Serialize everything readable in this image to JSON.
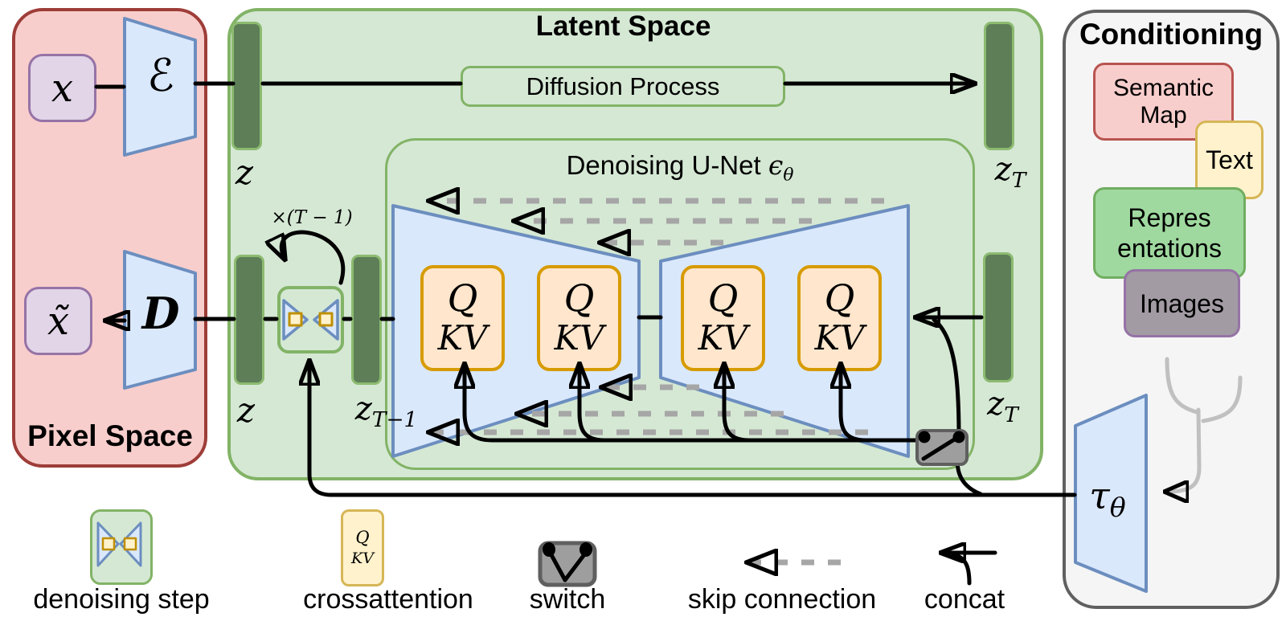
{
  "pixel_space": {
    "title": "Pixel Space",
    "input_label": "x",
    "output_label": "x̃",
    "encoder_label": "ℰ",
    "decoder_label": "D"
  },
  "latent_space": {
    "title": "Latent Space",
    "diffusion_process_label": "Diffusion Process",
    "z_top": "z",
    "z_mid": "z",
    "z_T_top": {
      "base": "z",
      "sub": "T"
    },
    "z_T_mid": {
      "base": "z",
      "sub": "T"
    },
    "z_T_minus_1": {
      "base": "z",
      "sub": "T−1"
    },
    "loop_label": "×(T − 1)",
    "unet": {
      "title_text": "Denoising U-Net",
      "eps_base": "ϵ",
      "eps_sub": "θ",
      "q_label": "Q",
      "kv_label": "KV"
    }
  },
  "conditioning": {
    "title": "Conditioning",
    "semantic_map": {
      "lines": [
        "Semantic",
        "Map"
      ]
    },
    "text_label": "Text",
    "representations": {
      "lines": [
        "Repres",
        "entations"
      ]
    },
    "images_label": "Images",
    "tau": {
      "base": "τ",
      "sub": "θ"
    }
  },
  "legend": {
    "denoising_step_label": "denoising step",
    "crossattention_label": "crossattention",
    "crossattention_q": "Q",
    "crossattention_kv": "KV",
    "switch_label": "switch",
    "skip_connection_label": "skip connection",
    "concat_label": "concat"
  },
  "colors": {
    "green_border": "#82b366",
    "green_fill": "#d5e8d4",
    "bar_fill": "#5d7e57",
    "blue_border": "#6c8ebf",
    "blue_fill": "#dae8fc",
    "orange_border": "#d79b00",
    "orange_fill": "#ffe6cc",
    "yellow_border": "#d6b656",
    "yellow_fill": "#fff2cc",
    "red_border": "#b85450",
    "red_fill": "#f8cecc",
    "purple_border": "#9673a6",
    "purple_fill": "#e1d5e7",
    "gray_border": "#606060",
    "gray_fill": "#f5f5f5",
    "skip_gray": "#a6a6a6",
    "tree_gray": "#c0c0c0",
    "switch_gray": "#9e9e9e"
  }
}
